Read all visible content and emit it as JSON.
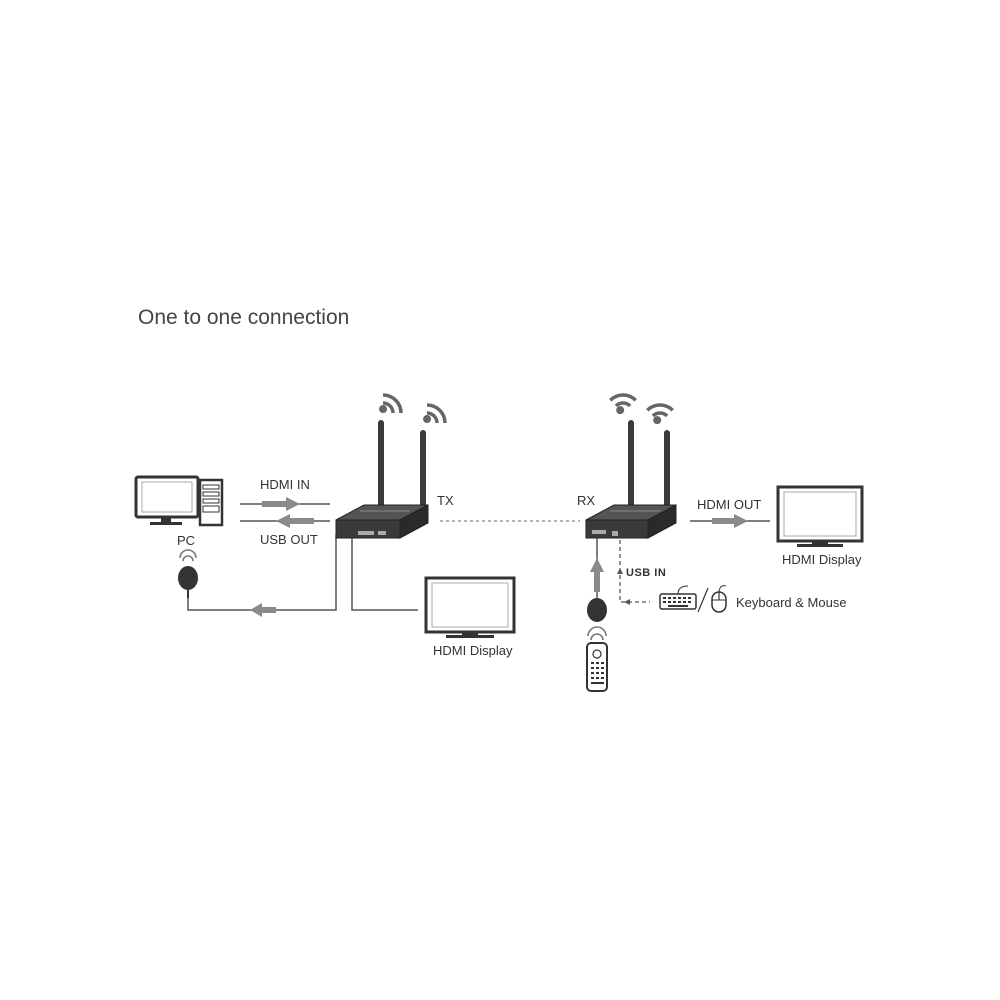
{
  "title": "One to one connection",
  "labels": {
    "pc": "PC",
    "hdmi_in": "HDMI IN",
    "usb_out": "USB OUT",
    "tx": "TX",
    "rx": "RX",
    "hdmi_out": "HDMI OUT",
    "usb_in": "USB IN",
    "keyboard_mouse": "Keyboard & Mouse",
    "hdmi_display_tx": "HDMI Display",
    "hdmi_display_rx": "HDMI Display"
  },
  "icons": [
    "pc-tower-icon",
    "monitor-icon",
    "ir-sensor-icon",
    "transmitter-icon",
    "receiver-icon",
    "wifi-signal-icon",
    "keyboard-icon",
    "mouse-icon",
    "remote-control-icon",
    "arrow-icon"
  ],
  "colors": {
    "line": "#555555",
    "device": "#3a3a3a",
    "arrow": "#8a8a8a",
    "signal": "#777777"
  }
}
